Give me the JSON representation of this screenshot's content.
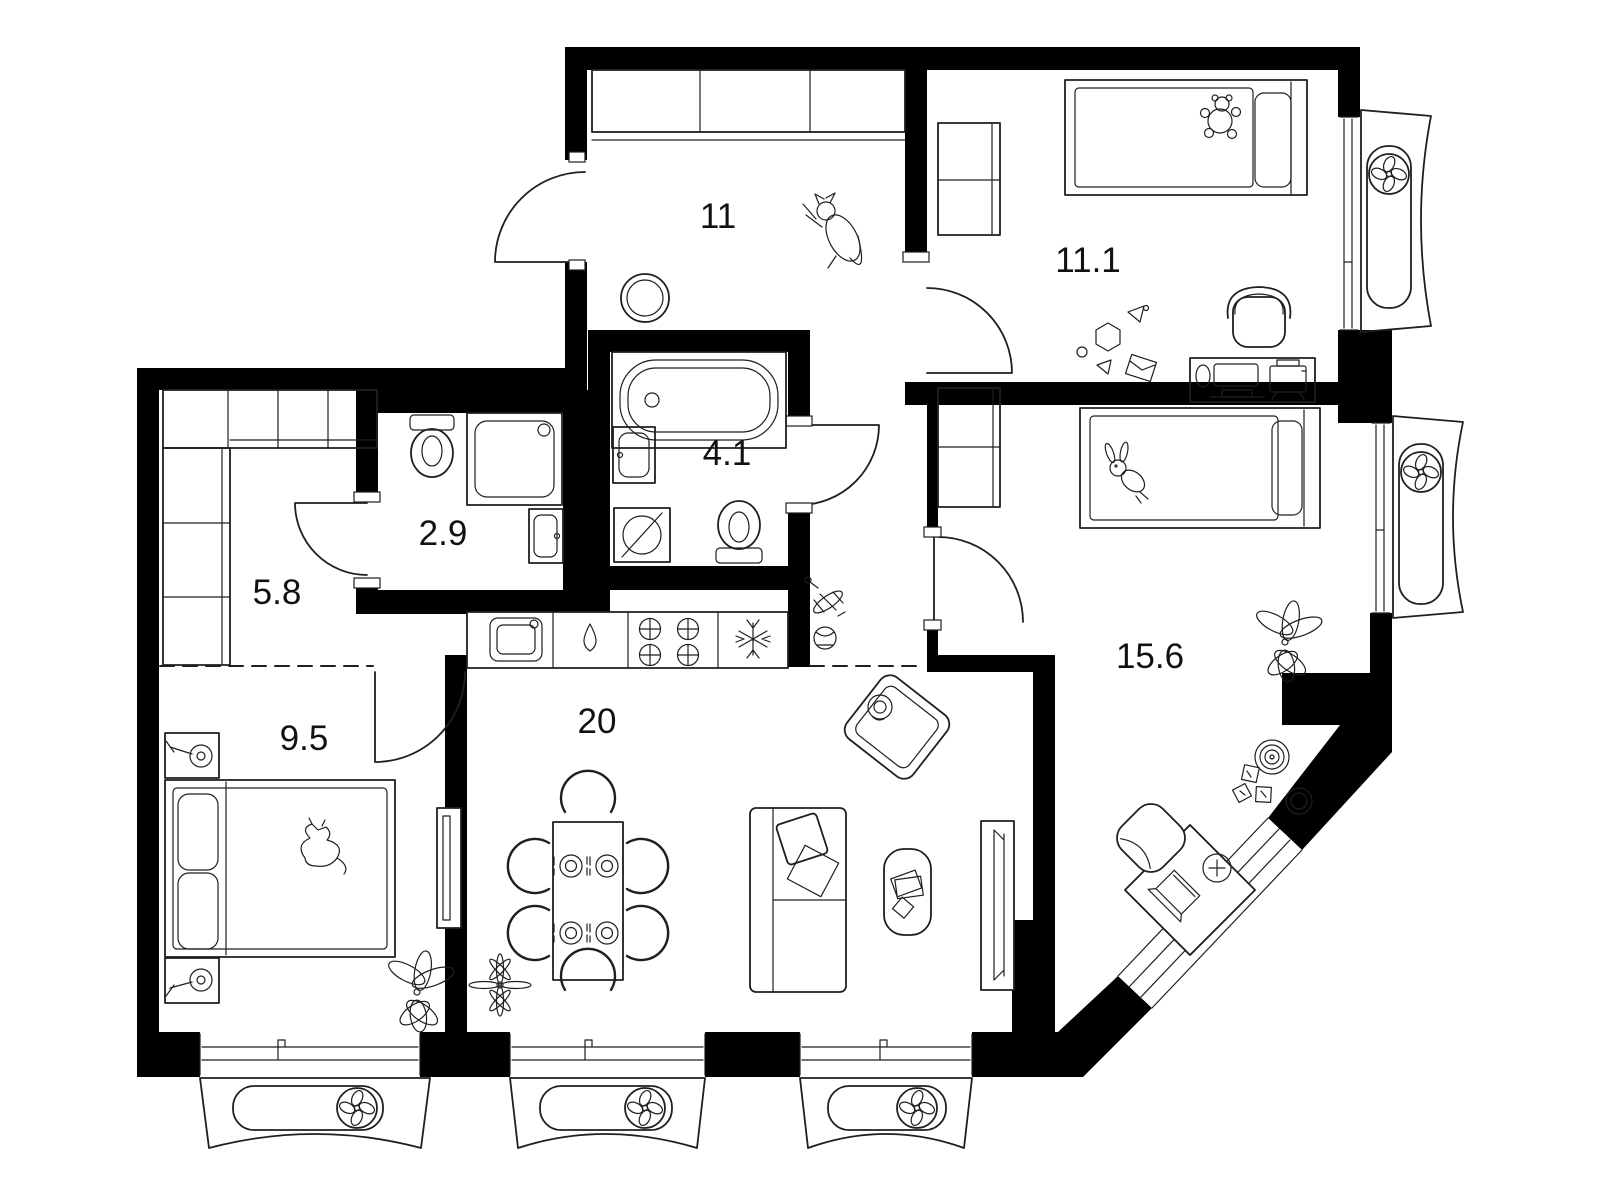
{
  "floorplan": {
    "rooms": [
      {
        "id": "hallway",
        "area": "11"
      },
      {
        "id": "child-bedroom-1",
        "area": "11.1"
      },
      {
        "id": "bathroom",
        "area": "4.1"
      },
      {
        "id": "wc",
        "area": "2.9"
      },
      {
        "id": "entry-hall",
        "area": "5.8"
      },
      {
        "id": "bedroom",
        "area": "9.5"
      },
      {
        "id": "living-room-kitchen",
        "area": "20"
      },
      {
        "id": "child-bedroom-2",
        "area": "15.6"
      }
    ],
    "colors": {
      "wall": "#000000",
      "line": "#1f1f1f",
      "background": "#ffffff"
    },
    "icons": [
      "fan-icon",
      "snowflake-icon",
      "water-drop-icon",
      "stove-burner-icon",
      "cat-icon",
      "plant-icon",
      "bed",
      "sofa",
      "dining-table",
      "chair",
      "bathtub",
      "toilet",
      "shower",
      "sink",
      "washing-machine",
      "desk",
      "office-chair",
      "wardrobe",
      "tv",
      "coffee-table",
      "armchair",
      "toys",
      "air-conditioner",
      "door-arc",
      "window"
    ]
  }
}
